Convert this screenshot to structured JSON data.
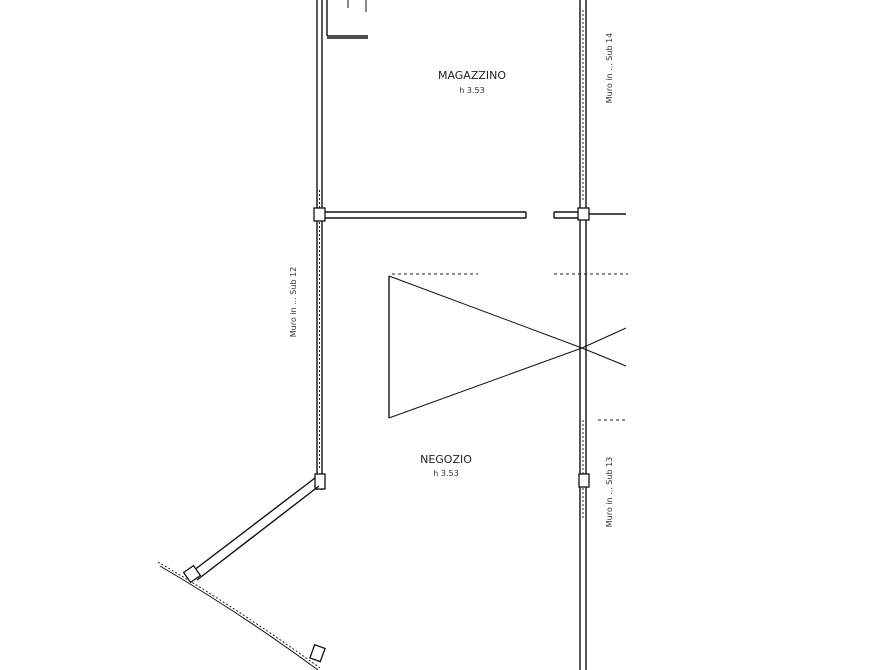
{
  "rooms": {
    "magazzino": {
      "name": "MAGAZZINO",
      "height": "h 3.53"
    },
    "negozio": {
      "name": "NEGOZIO",
      "height": "h 3.53"
    }
  },
  "wall_notes": {
    "left_wall": "Muro in ... Sub 12",
    "right_upper_wall": "Muro in ... Sub 14",
    "right_lower_wall": "Muro in ... Sub 13"
  }
}
